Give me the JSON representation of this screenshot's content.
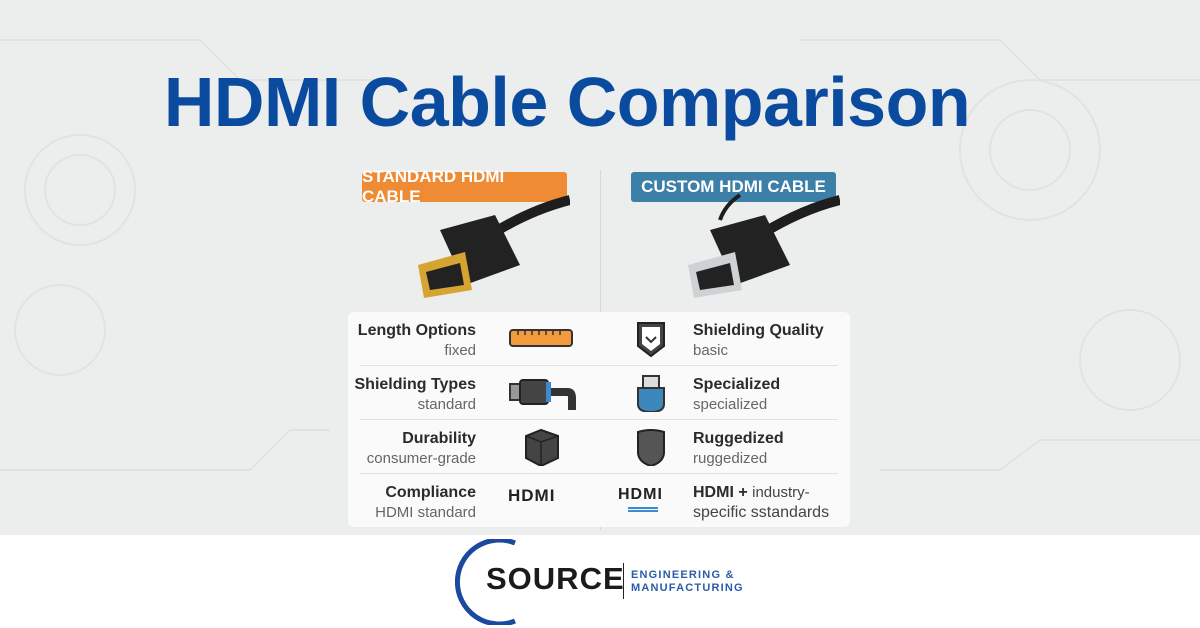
{
  "title": "HDMI Cable Comparison",
  "badges": {
    "standard": "STANDARD HDMI CABLE",
    "custom": "CUSTOM HDMI CABLE"
  },
  "rows": [
    {
      "left": {
        "label": "Length Options",
        "value": "fixed",
        "icon": "ruler-icon"
      },
      "right": {
        "label": "Shielding Quality",
        "value": "basic",
        "icon": "shield-check-icon"
      }
    },
    {
      "left": {
        "label": "Shielding Types",
        "value": "standard",
        "icon": "cable-connector-icon"
      },
      "right": {
        "label": "Specialized",
        "value": "specialized",
        "icon": "usb-plug-icon"
      }
    },
    {
      "left": {
        "label": "Durability",
        "value": "consumer-grade",
        "icon": "cube-icon"
      },
      "right": {
        "label": "Ruggedized",
        "value": "ruggedized",
        "icon": "rugged-shield-icon"
      }
    },
    {
      "left": {
        "label": "Compliance",
        "value": "HDMI standard",
        "icon": "hdmi-logo-icon"
      },
      "right": {
        "label": "HDMI +",
        "label2": "industry-",
        "value": "specific sstandards",
        "icon": "hdmi-logo-icon"
      }
    }
  ],
  "hdmi_logo": "HDMI",
  "logo": {
    "name": "SOURCE",
    "tagline1": "ENGINEERING &",
    "tagline2": "MANUFACTURING"
  },
  "colors": {
    "title": "#0b4b9f",
    "orange": "#ef8a35",
    "blue": "#3c7fa8"
  }
}
